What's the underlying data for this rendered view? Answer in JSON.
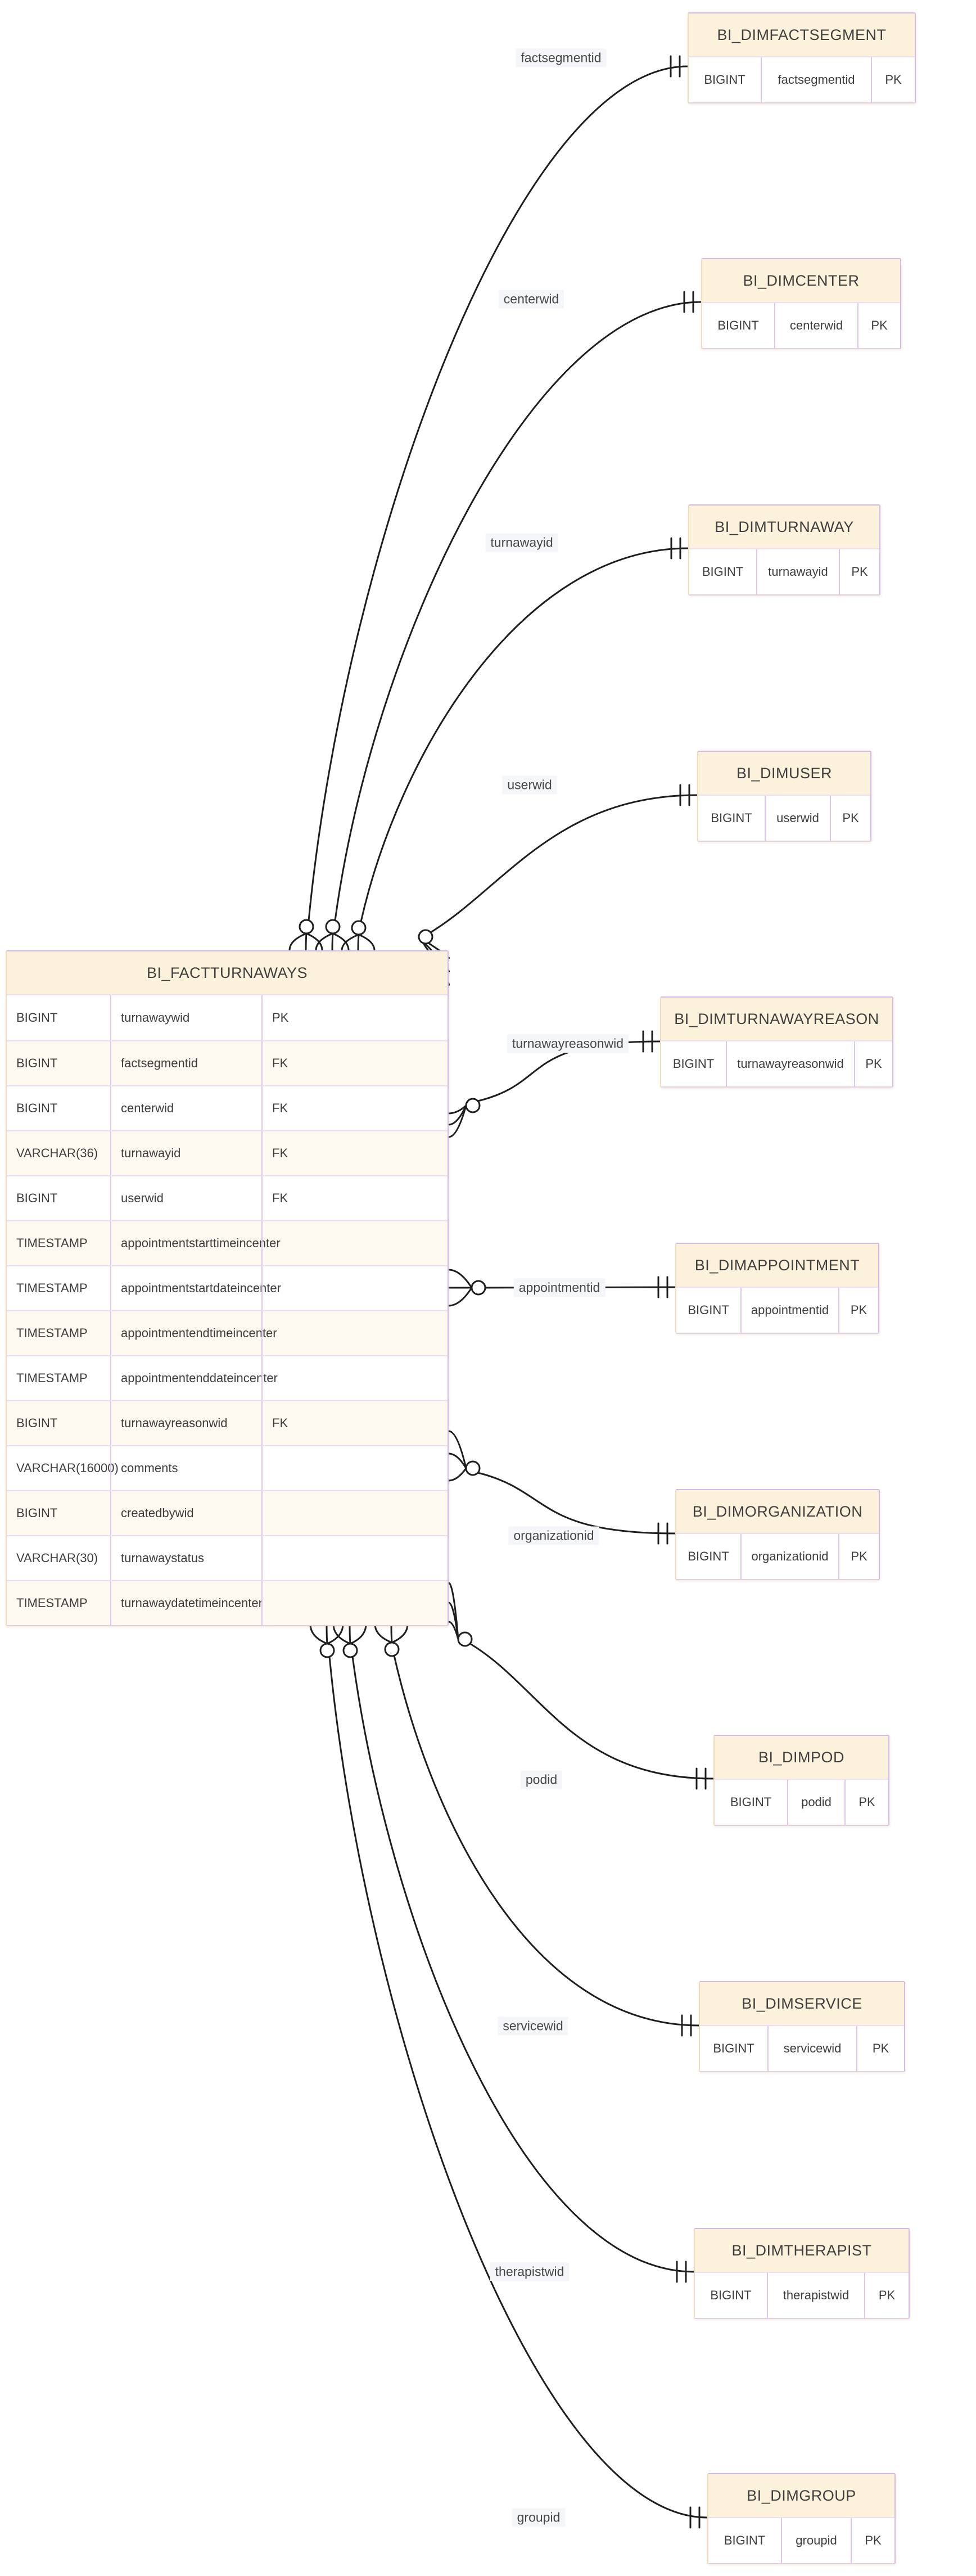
{
  "diagram": {
    "fact_table": {
      "title": "BI_FACTTURNAWAYS",
      "columns": [
        {
          "type": "BIGINT",
          "name": "turnawaywid",
          "key": "PK"
        },
        {
          "type": "BIGINT",
          "name": "factsegmentid",
          "key": "FK"
        },
        {
          "type": "BIGINT",
          "name": "centerwid",
          "key": "FK"
        },
        {
          "type": "VARCHAR(36)",
          "name": "turnawayid",
          "key": "FK"
        },
        {
          "type": "BIGINT",
          "name": "userwid",
          "key": "FK"
        },
        {
          "type": "TIMESTAMP",
          "name": "appointmentstarttimeincenter",
          "key": ""
        },
        {
          "type": "TIMESTAMP",
          "name": "appointmentstartdateincenter",
          "key": ""
        },
        {
          "type": "TIMESTAMP",
          "name": "appointmentendtimeincenter",
          "key": ""
        },
        {
          "type": "TIMESTAMP",
          "name": "appointmentenddateincenter",
          "key": ""
        },
        {
          "type": "BIGINT",
          "name": "turnawayreasonwid",
          "key": "FK"
        },
        {
          "type": "VARCHAR(16000)",
          "name": "comments",
          "key": ""
        },
        {
          "type": "BIGINT",
          "name": "createdbywid",
          "key": ""
        },
        {
          "type": "VARCHAR(30)",
          "name": "turnawaystatus",
          "key": ""
        },
        {
          "type": "TIMESTAMP",
          "name": "turnawaydatetimeincenter",
          "key": ""
        }
      ]
    },
    "dim_tables": [
      {
        "title": "BI_DIMFACTSEGMENT",
        "column_type": "BIGINT",
        "column_name": "factsegmentid",
        "key": "PK",
        "relationship_label": "factsegmentid"
      },
      {
        "title": "BI_DIMCENTER",
        "column_type": "BIGINT",
        "column_name": "centerwid",
        "key": "PK",
        "relationship_label": "centerwid"
      },
      {
        "title": "BI_DIMTURNAWAY",
        "column_type": "BIGINT",
        "column_name": "turnawayid",
        "key": "PK",
        "relationship_label": "turnawayid"
      },
      {
        "title": "BI_DIMUSER",
        "column_type": "BIGINT",
        "column_name": "userwid",
        "key": "PK",
        "relationship_label": "userwid"
      },
      {
        "title": "BI_DIMTURNAWAYREASON",
        "column_type": "BIGINT",
        "column_name": "turnawayreasonwid",
        "key": "PK",
        "relationship_label": "turnawayreasonwid"
      },
      {
        "title": "BI_DIMAPPOINTMENT",
        "column_type": "BIGINT",
        "column_name": "appointmentid",
        "key": "PK",
        "relationship_label": "appointmentid"
      },
      {
        "title": "BI_DIMORGANIZATION",
        "column_type": "BIGINT",
        "column_name": "organizationid",
        "key": "PK",
        "relationship_label": "organizationid"
      },
      {
        "title": "BI_DIMPOD",
        "column_type": "BIGINT",
        "column_name": "podid",
        "key": "PK",
        "relationship_label": "podid"
      },
      {
        "title": "BI_DIMSERVICE",
        "column_type": "BIGINT",
        "column_name": "servicewid",
        "key": "PK",
        "relationship_label": "servicewid"
      },
      {
        "title": "BI_DIMTHERAPIST",
        "column_type": "BIGINT",
        "column_name": "therapistwid",
        "key": "PK",
        "relationship_label": "therapistwid"
      },
      {
        "title": "BI_DIMGROUP",
        "column_type": "BIGINT",
        "column_name": "groupid",
        "key": "PK",
        "relationship_label": "groupid"
      }
    ],
    "colors": {
      "table_header_fill": "#fcf1db",
      "row_alt_fill": "#fdf9f0",
      "border_purple": "#d5bae6",
      "border_tan": "#eedcbc",
      "connector_line": "#1e1e1e",
      "label_background": "#f4f6fa",
      "text": "#3d3d3d"
    }
  }
}
